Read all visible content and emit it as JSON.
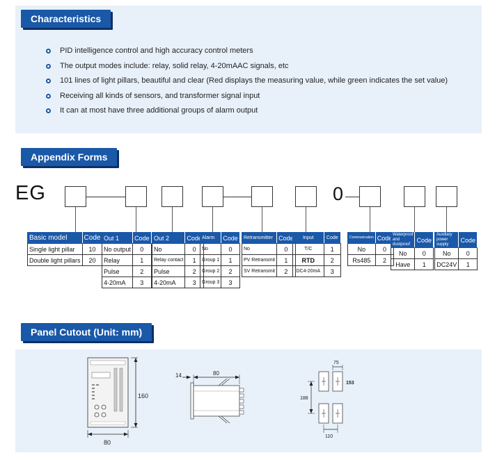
{
  "characteristics": {
    "title": "Characteristics",
    "items": [
      "PID intelligence control and high accuracy control meters",
      "The output modes include: relay, solid relay, 4-20mAAC signals, etc",
      "101 lines of light pillars, beautiful and clear (Red displays the measuring value, while green indicates the set value)",
      "Receiving all kinds of sensors, and transformer signal input",
      "It can at most have three additional groups of alarm output"
    ]
  },
  "appendix": {
    "title": "Appendix Forms",
    "model_prefix": "EG",
    "fixed_digit": "0",
    "tables": {
      "basic_model": {
        "headers": [
          "Basic model",
          "Code"
        ],
        "rows": [
          [
            "Single light pillar",
            "10"
          ],
          [
            "Double light pillars",
            "20"
          ]
        ]
      },
      "out1": {
        "headers": [
          "Out  1",
          "Code"
        ],
        "rows": [
          [
            "No output",
            "0"
          ],
          [
            "Relay",
            "1"
          ],
          [
            "Pulse",
            "2"
          ],
          [
            "4-20mA",
            "3"
          ]
        ]
      },
      "out2": {
        "headers": [
          "Out  2",
          "Code"
        ],
        "rows": [
          [
            "No",
            "0"
          ],
          [
            "Relay contact",
            "1"
          ],
          [
            "Pulse",
            "2"
          ],
          [
            "4-20mA",
            "3"
          ]
        ]
      },
      "alarm": {
        "headers": [
          "Alarm",
          "Code"
        ],
        "rows": [
          [
            "No",
            "0"
          ],
          [
            "Group 1",
            "1"
          ],
          [
            "Group 2",
            "2"
          ],
          [
            "Group 3",
            "3"
          ]
        ]
      },
      "retransmitter": {
        "headers": [
          "Retransmitter",
          "Code"
        ],
        "rows": [
          [
            "No",
            "0"
          ],
          [
            "PV Retransmit",
            "1"
          ],
          [
            "SV Retransmit",
            "2"
          ]
        ]
      },
      "input": {
        "headers": [
          "Input",
          "Code"
        ],
        "rows": [
          [
            "T/C",
            "1"
          ],
          [
            "RTD",
            "2"
          ],
          [
            "DC4-20mA",
            "3"
          ]
        ]
      },
      "communication": {
        "headers": [
          "Communication",
          "Code"
        ],
        "rows": [
          [
            "No",
            "0"
          ],
          [
            "Rs485",
            "2"
          ]
        ]
      },
      "waterproof": {
        "headers": [
          "Waterproof and dustproof",
          "Code"
        ],
        "rows": [
          [
            "No",
            "0"
          ],
          [
            "Have",
            "1"
          ]
        ]
      },
      "aux_power": {
        "headers": [
          "Auxiliary power supply",
          "Code"
        ],
        "rows": [
          [
            "No",
            "0"
          ],
          [
            "DC24V",
            "1"
          ]
        ]
      }
    }
  },
  "panel_cutout": {
    "title": "Panel Cutout (Unit: mm)",
    "front": {
      "width": "80",
      "height": "160"
    },
    "side": {
      "depth": "80",
      "bezel": "14"
    },
    "cutout": {
      "width": "75",
      "height": "153",
      "pitch_v": "188",
      "pitch_h": "110"
    }
  },
  "colors": {
    "accent": "#1a58a8",
    "band": "#e8f1fa"
  }
}
